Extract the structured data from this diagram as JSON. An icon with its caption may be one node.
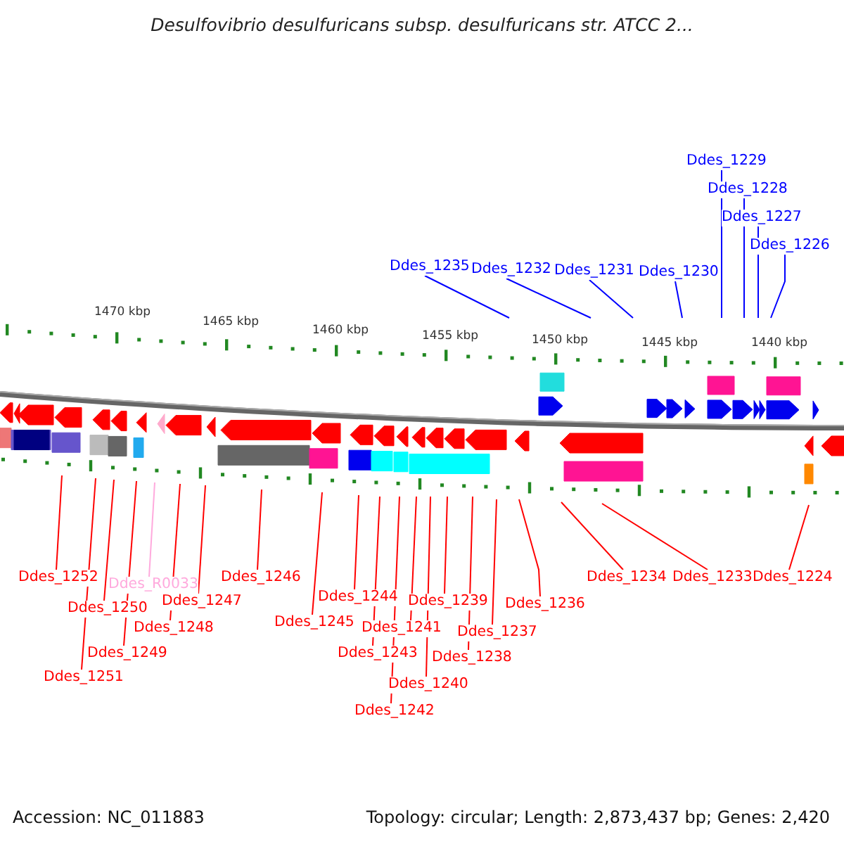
{
  "diagram": {
    "title": "Desulfovibrio desulfuricans subsp. desulfuricans str. ATCC 2...",
    "nodes": [
      {
        "text": [
          "Ddes_1229"
        ]
      },
      {
        "text": [
          "Ddes_1228"
        ]
      },
      {
        "text": [
          "Ddes_1227"
        ]
      },
      {
        "text": [
          "Ddes_1226"
        ]
      },
      {
        "text": [
          "Ddes_1235"
        ]
      },
      {
        "text": [
          "Ddes_1232"
        ]
      },
      {
        "text": [
          "Ddes_1231"
        ]
      },
      {
        "text": [
          "Ddes_1230"
        ]
      },
      {
        "text": [
          "Ddes_1252"
        ]
      },
      {
        "text": [
          "Ddes_1246"
        ]
      },
      {
        "text": [
          "Ddes_1234"
        ]
      },
      {
        "text": [
          "Ddes_1233"
        ]
      },
      {
        "text": [
          "Ddes_1224"
        ]
      },
      {
        "text": [
          "Ddes_R0033"
        ]
      },
      {
        "text": [
          "Ddes_1244"
        ]
      },
      {
        "text": [
          "Ddes_1247"
        ]
      },
      {
        "text": [
          "Ddes_1239"
        ]
      },
      {
        "text": [
          "Ddes_1236"
        ]
      },
      {
        "text": [
          "Ddes_1250"
        ]
      },
      {
        "text": [
          "Ddes_1245"
        ]
      },
      {
        "text": [
          "Ddes_1248"
        ]
      },
      {
        "text": [
          "Ddes_1241"
        ]
      },
      {
        "text": [
          "Ddes_1237"
        ]
      },
      {
        "text": [
          "Ddes_1249"
        ]
      },
      {
        "text": [
          "Ddes_1243"
        ]
      },
      {
        "text": [
          "Ddes_1238"
        ]
      },
      {
        "text": [
          "Ddes_1251"
        ]
      },
      {
        "text": [
          "Ddes_1240"
        ]
      },
      {
        "text": [
          "Ddes_1242"
        ]
      }
    ],
    "edges": [
      {
        "from": 0,
        "to": null,
        "arrow": "none",
        "color": "#0000ff"
      },
      {
        "from": 1,
        "to": null,
        "arrow": "none",
        "color": "#0000ff"
      },
      {
        "from": 2,
        "to": null,
        "arrow": "none",
        "color": "#0000ff"
      },
      {
        "from": 3,
        "to": null,
        "arrow": "none",
        "color": "#0000ff"
      },
      {
        "from": 4,
        "to": null,
        "arrow": "none",
        "color": "#0000ff"
      },
      {
        "from": 5,
        "to": null,
        "arrow": "none",
        "color": "#0000ff"
      },
      {
        "from": 6,
        "to": null,
        "arrow": "none",
        "color": "#0000ff"
      },
      {
        "from": 7,
        "to": null,
        "arrow": "none",
        "color": "#0000ff"
      },
      {
        "from": 8,
        "to": null,
        "arrow": "none"
      },
      {
        "from": 9,
        "to": null,
        "arrow": "none"
      },
      {
        "from": 10,
        "to": null,
        "arrow": "none"
      },
      {
        "from": 11,
        "to": null,
        "arrow": "none"
      },
      {
        "from": 12,
        "to": null,
        "arrow": "none"
      },
      {
        "from": 13,
        "to": null,
        "arrow": "none",
        "color": "#ffaadd"
      },
      {
        "from": 14,
        "to": null,
        "arrow": "none"
      },
      {
        "from": 15,
        "to": null,
        "arrow": "none"
      },
      {
        "from": 16,
        "to": null,
        "arrow": "none"
      },
      {
        "from": 17,
        "to": null,
        "arrow": "none"
      },
      {
        "from": 18,
        "to": null,
        "arrow": "none"
      },
      {
        "from": 19,
        "to": null,
        "arrow": "none"
      },
      {
        "from": 20,
        "to": null,
        "arrow": "none"
      },
      {
        "from": 21,
        "to": null,
        "arrow": "none"
      },
      {
        "from": 22,
        "to": null,
        "arrow": "none"
      },
      {
        "from": 23,
        "to": null,
        "arrow": "none"
      },
      {
        "from": 24,
        "to": null,
        "arrow": "none"
      },
      {
        "from": 25,
        "to": null,
        "arrow": "none"
      },
      {
        "from": 26,
        "to": null,
        "arrow": "none"
      },
      {
        "from": 27,
        "to": null,
        "arrow": "none"
      },
      {
        "from": 28,
        "to": null,
        "arrow": "none"
      }
    ],
    "labels": [
      "1470 kbp",
      "1465 kbp",
      "1460 kbp",
      "1455 kbp",
      "1450 kbp",
      "1445 kbp",
      "1440 kbp",
      "Accession: NC_011883",
      "Topology: circular; Length: 2,873,437 bp; Genes: 2,420"
    ]
  }
}
